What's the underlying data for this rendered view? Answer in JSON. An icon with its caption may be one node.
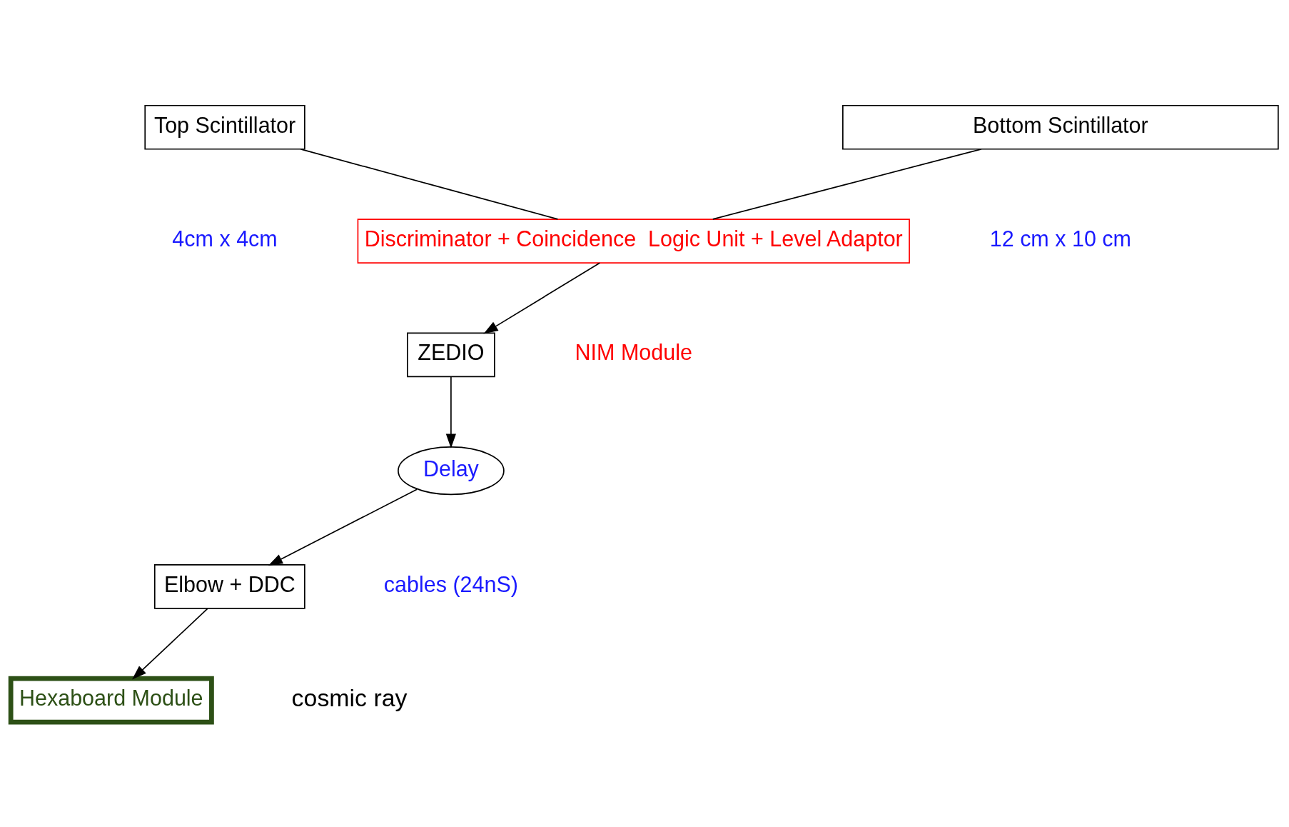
{
  "diagram": {
    "nodes": [
      {
        "text": [
          "Elbow + DDC"
        ]
      },
      {
        "text": [
          "Delay"
        ],
        "beside": [
          "cables (24nS)"
        ]
      },
      {
        "text": [
          "ZEDIO"
        ]
      },
      {
        "text": [
          "Top Scintillator"
        ],
        "beside": [
          "4cm x 4cm"
        ]
      },
      {
        "text": [
          "Hexaboard Module"
        ]
      },
      {
        "text": [
          "Bottom Scintillator"
        ],
        "beside": [
          "12 cm x 10 cm"
        ]
      },
      {
        "text": [
          "Discriminator + Coincidence  Logic Unit + Level Adaptor"
        ],
        "beside": [
          "NIM Module"
        ]
      }
    ],
    "edges": [
      {
        "from": 2,
        "to": 1,
        "arrow": "to"
      },
      {
        "from": 1,
        "to": 0,
        "arrow": "to"
      },
      {
        "from": 0,
        "to": 4,
        "arrow": "to"
      },
      {
        "from": 3,
        "to": 6,
        "arrow": "none"
      },
      {
        "from": 5,
        "to": 6,
        "arrow": "none"
      },
      {
        "from": 6,
        "to": 2,
        "arrow": "to"
      }
    ],
    "labels": [
      "cosmic ray"
    ]
  }
}
